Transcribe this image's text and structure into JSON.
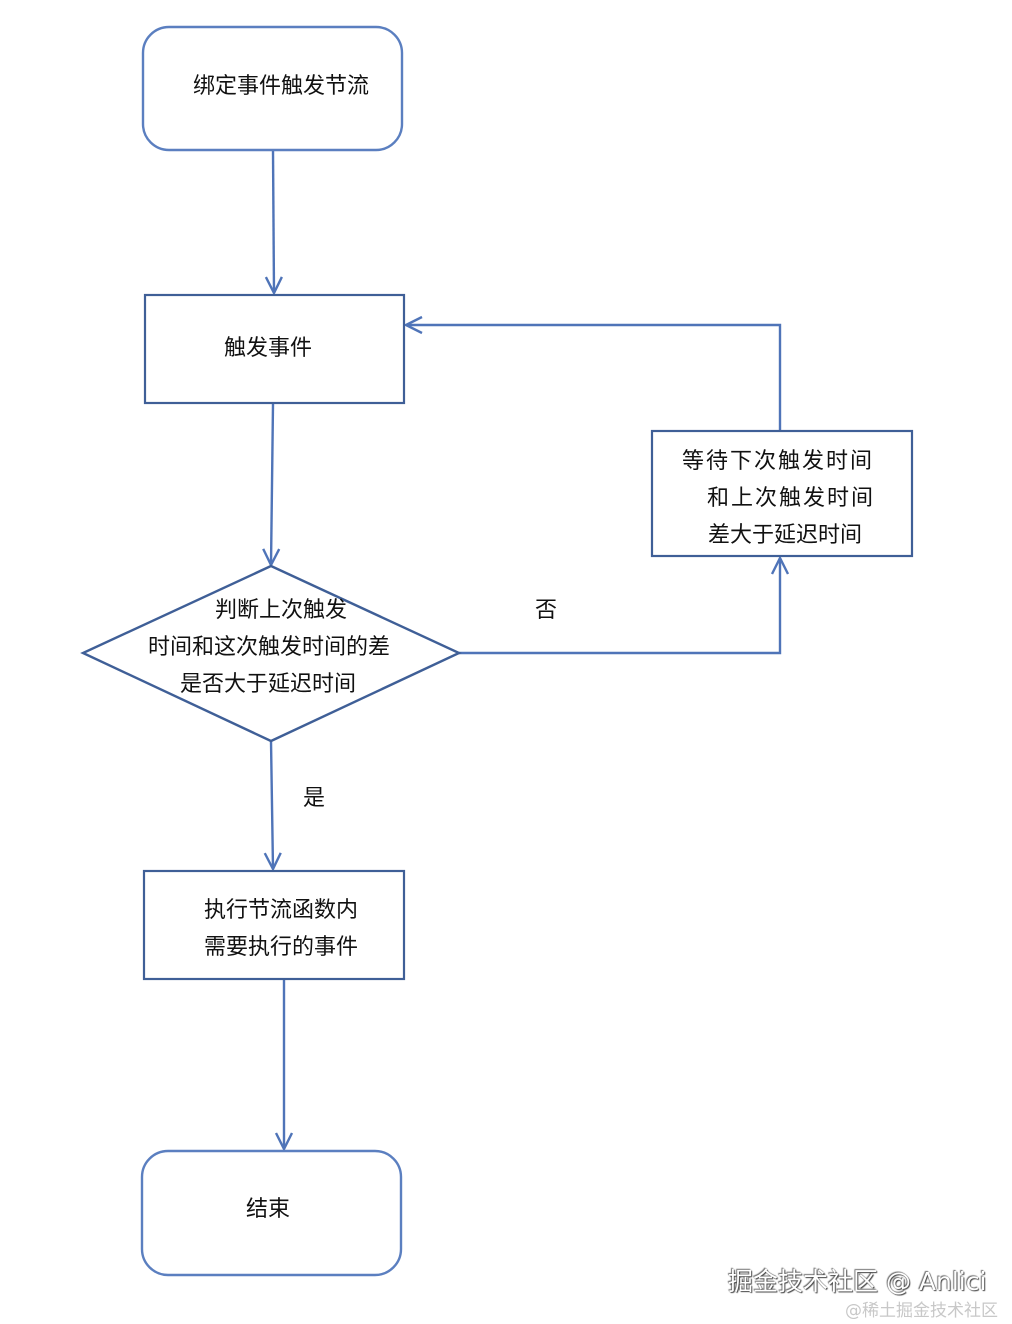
{
  "diagram": {
    "title": "节流流程图",
    "colors": {
      "node_border": "#3f5f97",
      "terminal_border": "#5b7fc0",
      "edge": "#4f74b8",
      "text": "#111111",
      "background": "#ffffff"
    },
    "nodes": {
      "start": {
        "shape": "rounded-rect",
        "lines": [
          "绑定事件触发节流"
        ]
      },
      "trigger": {
        "shape": "rect",
        "lines": [
          "触发事件"
        ]
      },
      "decision": {
        "shape": "diamond",
        "lines": [
          "判断上次触发",
          "时间和这次触发时间的差",
          "是否大于延迟时间"
        ]
      },
      "wait": {
        "shape": "rect",
        "lines": [
          "等待下次触发时间",
          "和上次触发时间",
          "差大于延迟时间"
        ]
      },
      "execute": {
        "shape": "rect",
        "lines": [
          "执行节流函数内",
          "需要执行的事件"
        ]
      },
      "end": {
        "shape": "rounded-rect",
        "lines": [
          "结束"
        ]
      }
    },
    "edges": [
      {
        "from": "start",
        "to": "trigger",
        "label": ""
      },
      {
        "from": "trigger",
        "to": "decision",
        "label": ""
      },
      {
        "from": "decision",
        "to": "wait",
        "label": "否"
      },
      {
        "from": "wait",
        "to": "trigger",
        "label": ""
      },
      {
        "from": "decision",
        "to": "execute",
        "label": "是"
      },
      {
        "from": "execute",
        "to": "end",
        "label": ""
      }
    ]
  },
  "watermark": {
    "main": "掘金技术社区 @ Anlici",
    "sub": "@稀土掘金技术社区"
  }
}
